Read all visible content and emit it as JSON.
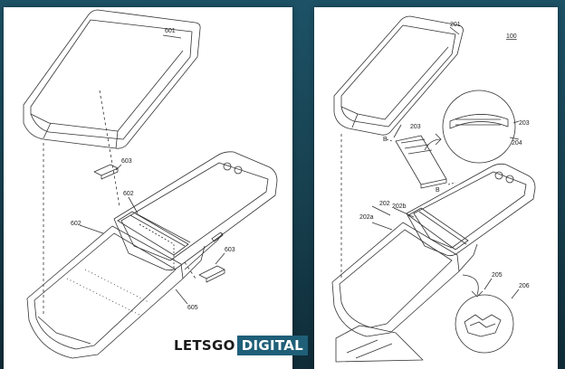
{
  "left_panel": {
    "labels": {
      "l601": "601",
      "l603a": "603",
      "l602a": "602",
      "l602b": "602",
      "l603b": "603",
      "l605": "605"
    }
  },
  "right_panel": {
    "labels": {
      "l100": "100",
      "l201": "201",
      "l203a": "203",
      "l203b": "203",
      "l204": "204",
      "lBa": "B",
      "lBb": "B",
      "l202": "202",
      "l202b": "202b",
      "l202a": "202a",
      "l205": "205",
      "l206": "206"
    }
  },
  "watermark": {
    "part1": "LETSGO",
    "part2": "DIGITAL"
  }
}
